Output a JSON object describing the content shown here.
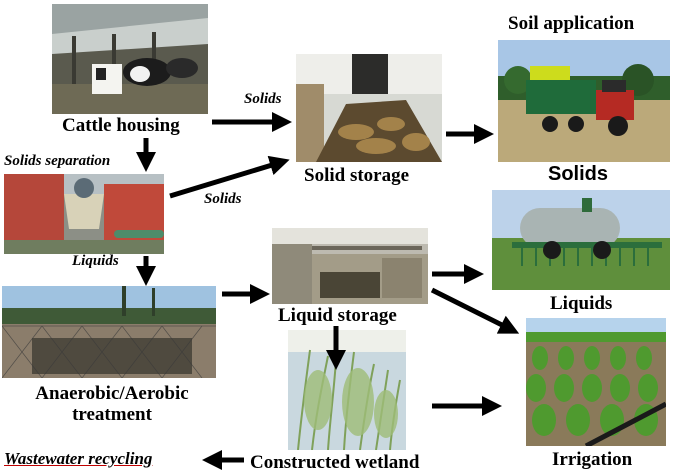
{
  "labels": {
    "cattle_housing": "Cattle housing",
    "solids_separation": "Solids separation",
    "solids_arrow_top": "Solids",
    "solids_arrow_mid": "Solids",
    "liquids_arrow": "Liquids",
    "solid_storage": "Solid storage",
    "soil_application": "Soil application",
    "solids_heading": "Solids",
    "liquids_heading": "Liquids",
    "liquid_storage": "Liquid storage",
    "treatment_line1": "Anaerobic/Aerobic",
    "treatment_line2": "treatment",
    "constructed_wetland": "Constructed wetland",
    "wastewater_recycling": "Wastewater recycling",
    "irrigation": "Irrigation"
  },
  "colors": {
    "arrow": "#000000",
    "text": "#000000",
    "recycling_underline": "#c00000"
  },
  "icons": {
    "cattle_photo": "cattle-barn-photo",
    "separator_photo": "solids-separator-photo",
    "solid_storage_photo": "manure-heap-photo",
    "soil_photo": "tractor-spreader-photo",
    "tanker_photo": "slurry-tanker-photo",
    "liquid_storage_photo": "concrete-tank-photo",
    "treatment_photo": "lagoon-photo",
    "wetland_photo": "reed-wetland-photo",
    "irrigation_photo": "corn-field-drip-photo"
  }
}
